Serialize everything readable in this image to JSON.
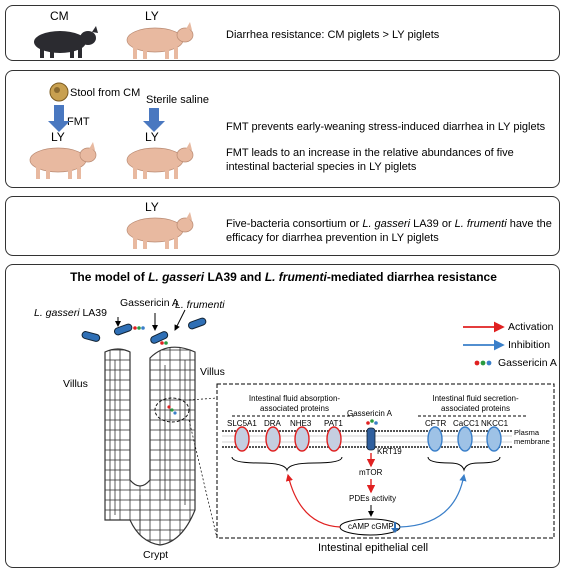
{
  "panel1": {
    "cm_label": "CM",
    "ly_label": "LY",
    "text": "Diarrhea resistance: CM piglets > LY piglets"
  },
  "panel2": {
    "stool_label": "Stool from CM",
    "saline_label": "Sterile saline",
    "fmt_label": "FMT",
    "ly_label_1": "LY",
    "ly_label_2": "LY",
    "text1": "FMT prevents early-weaning stress-induced diarrhea in LY piglets",
    "text2": "FMT leads to an increase in the relative abundances of five intestinal bacterial species in LY piglets"
  },
  "panel3": {
    "ly_label": "LY",
    "text_a": "Five-bacteria consortium or ",
    "text_b": "L. gasseri",
    "text_c": " LA39 or ",
    "text_d": "L. frumenti",
    "text_e": " have the efficacy for diarrhea prevention in LY piglets"
  },
  "panel4": {
    "title_a": "The model of ",
    "title_b": "L. gasseri",
    "title_c": " LA39 and ",
    "title_d": "L. frumenti",
    "title_e": "-mediated diarrhea resistance",
    "lg_a": "L. gasseri",
    "lg_b": " LA39",
    "gassericin_label": "Gassericin A",
    "lf_label": "L. frumenti",
    "villus_left": "Villus",
    "villus_right": "Villus",
    "crypt": "Crypt",
    "legend": {
      "activation": "Activation",
      "inhibition": "Inhibition",
      "gassericin": "Gassericin A",
      "activation_color": "#e02020",
      "inhibition_color": "#3a7fc9"
    },
    "cell": {
      "absorption_title": "Intestinal fluid absorption-associated proteins",
      "secretion_title": "Intestinal fluid secretion-associated proteins",
      "gassericin": "Gassericin A",
      "absorption_proteins": [
        "SLC5A1",
        "DRA",
        "NHE3",
        "PAT1"
      ],
      "secretion_proteins": [
        "CFTR",
        "CaCC1",
        "NKCC1"
      ],
      "plasma_membrane": "Plasma membrane",
      "krt19": "KRT19",
      "mtor": "mTOR",
      "pdes": "PDEs activity",
      "camp": "cAMP cGMP",
      "caption": "Intestinal epithelial cell"
    }
  }
}
